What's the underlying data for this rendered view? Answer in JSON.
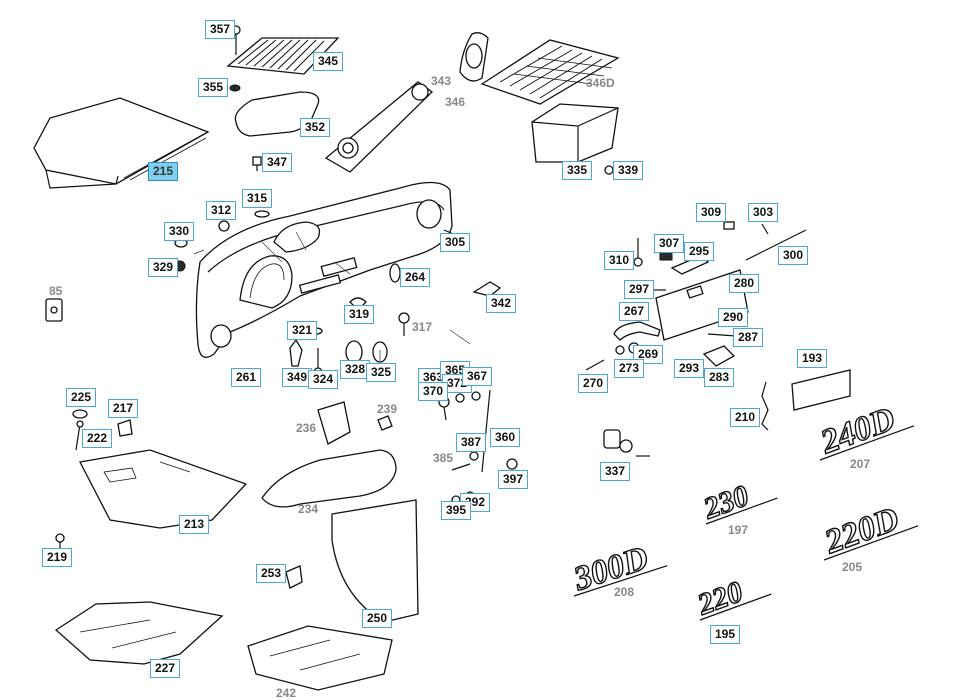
{
  "diagram": {
    "callouts": [
      {
        "num": "357",
        "boxed": true
      },
      {
        "num": "345",
        "boxed": true
      },
      {
        "num": "355",
        "boxed": true
      },
      {
        "num": "352",
        "boxed": true
      },
      {
        "num": "343",
        "boxed": false
      },
      {
        "num": "346",
        "boxed": false
      },
      {
        "num": "346D",
        "boxed": false
      },
      {
        "num": "215",
        "boxed": true,
        "active": true
      },
      {
        "num": "347",
        "boxed": true
      },
      {
        "num": "335",
        "boxed": true
      },
      {
        "num": "339",
        "boxed": true
      },
      {
        "num": "312",
        "boxed": true
      },
      {
        "num": "315",
        "boxed": true
      },
      {
        "num": "330",
        "boxed": true
      },
      {
        "num": "329",
        "boxed": true
      },
      {
        "num": "305",
        "boxed": true
      },
      {
        "num": "309",
        "boxed": true
      },
      {
        "num": "303",
        "boxed": true
      },
      {
        "num": "307",
        "boxed": true
      },
      {
        "num": "295",
        "boxed": true
      },
      {
        "num": "310",
        "boxed": true
      },
      {
        "num": "300",
        "boxed": true
      },
      {
        "num": "264",
        "boxed": true
      },
      {
        "num": "85",
        "boxed": false
      },
      {
        "num": "342",
        "boxed": true
      },
      {
        "num": "297",
        "boxed": true
      },
      {
        "num": "280",
        "boxed": true
      },
      {
        "num": "319",
        "boxed": true
      },
      {
        "num": "317",
        "boxed": false
      },
      {
        "num": "267",
        "boxed": true
      },
      {
        "num": "290",
        "boxed": true
      },
      {
        "num": "321",
        "boxed": true
      },
      {
        "num": "287",
        "boxed": true
      },
      {
        "num": "269",
        "boxed": true
      },
      {
        "num": "193",
        "boxed": true
      },
      {
        "num": "261",
        "boxed": true
      },
      {
        "num": "349",
        "boxed": true
      },
      {
        "num": "324",
        "boxed": true
      },
      {
        "num": "328",
        "boxed": true
      },
      {
        "num": "325",
        "boxed": true
      },
      {
        "num": "363",
        "boxed": true
      },
      {
        "num": "365",
        "boxed": true
      },
      {
        "num": "372",
        "boxed": true
      },
      {
        "num": "367",
        "boxed": true
      },
      {
        "num": "370",
        "boxed": true
      },
      {
        "num": "273",
        "boxed": true
      },
      {
        "num": "293",
        "boxed": true
      },
      {
        "num": "283",
        "boxed": true
      },
      {
        "num": "270",
        "boxed": true
      },
      {
        "num": "225",
        "boxed": true
      },
      {
        "num": "217",
        "boxed": true
      },
      {
        "num": "222",
        "boxed": true
      },
      {
        "num": "239",
        "boxed": false
      },
      {
        "num": "236",
        "boxed": false
      },
      {
        "num": "210",
        "boxed": true
      },
      {
        "num": "360",
        "boxed": true
      },
      {
        "num": "387",
        "boxed": true
      },
      {
        "num": "385",
        "boxed": false
      },
      {
        "num": "337",
        "boxed": true
      },
      {
        "num": "397",
        "boxed": true
      },
      {
        "num": "207",
        "boxed": false
      },
      {
        "num": "392",
        "boxed": true
      },
      {
        "num": "395",
        "boxed": true
      },
      {
        "num": "234",
        "boxed": false
      },
      {
        "num": "213",
        "boxed": true
      },
      {
        "num": "197",
        "boxed": false
      },
      {
        "num": "219",
        "boxed": true
      },
      {
        "num": "205",
        "boxed": false
      },
      {
        "num": "253",
        "boxed": true
      },
      {
        "num": "208",
        "boxed": false
      },
      {
        "num": "250",
        "boxed": true
      },
      {
        "num": "195",
        "boxed": true
      },
      {
        "num": "227",
        "boxed": true
      },
      {
        "num": "242",
        "boxed": false
      }
    ],
    "emblems": [
      "240D",
      "230",
      "220D",
      "300D",
      "220"
    ]
  }
}
